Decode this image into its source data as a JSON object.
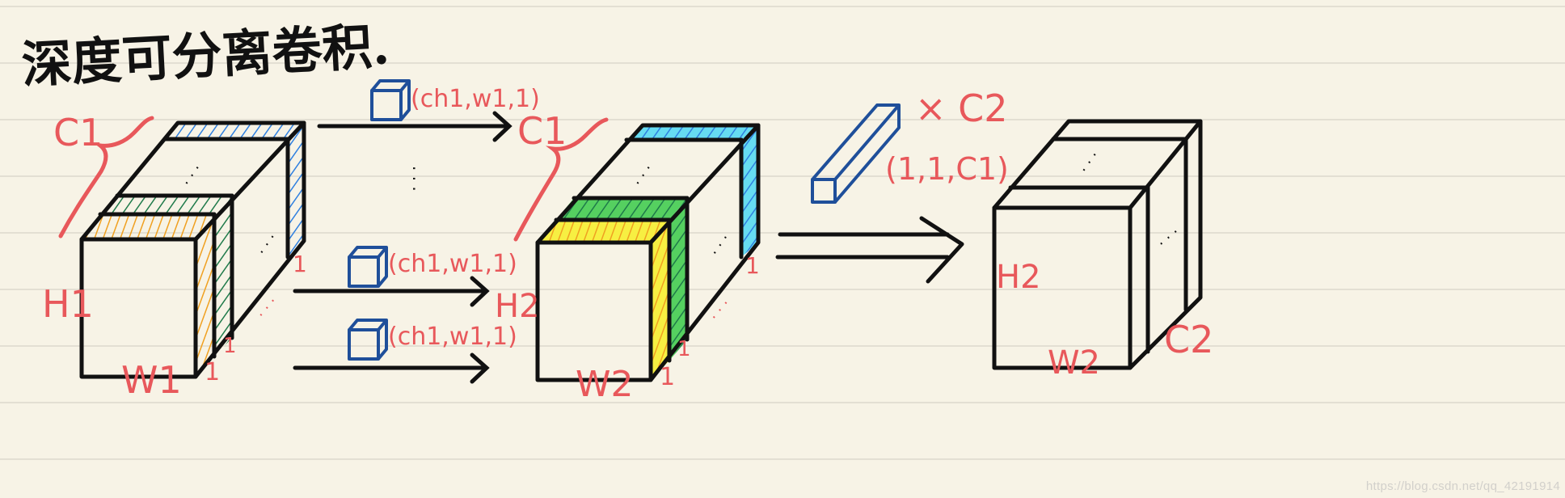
{
  "title": "深度可分离卷积.",
  "colors": {
    "background": "#f7f3e6",
    "ruling": "#e3dfd3",
    "ink": "#111111",
    "label_red": "#e8585b",
    "kernel_blue": "#1f4f9a",
    "hatch_orange": "#f0a020",
    "hatch_green": "#1f7a4a",
    "hatch_blue": "#2f80e0",
    "fill_cyan": "#66dcf2",
    "fill_green": "#55d060",
    "fill_yellow": "#f7ef42"
  },
  "input_tensor": {
    "channels": "C1",
    "height": "H1",
    "width": "W1",
    "slice_depth": "1",
    "slice_depth_ellipsis": "·  ·  ·",
    "back_ellipsis": "·  ·  ·",
    "right_ellipsis": "·  ·  ·"
  },
  "depthwise_kernel": {
    "label": "(ch1,w1,1)"
  },
  "depthwise_ellipsis": "·  ·  ·",
  "intermediate_tensor": {
    "channels": "C1",
    "height": "H2",
    "width": "W2",
    "slice_depth": "1"
  },
  "pointwise_kernel": {
    "shape": "(1,1,C1)",
    "multiplier": "× C2"
  },
  "output_tensor": {
    "height": "H2",
    "width": "W2",
    "channels": "C2"
  },
  "watermark": "https://blog.csdn.net/qq_42191914"
}
